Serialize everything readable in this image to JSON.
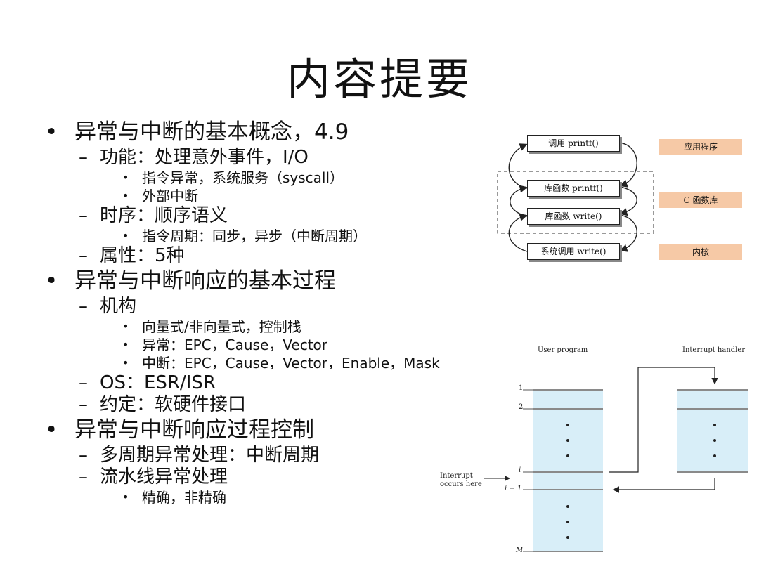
{
  "slide": {
    "title": "内容提要",
    "outline": [
      {
        "level": 1,
        "text": "异常与中断的基本概念，4.9"
      },
      {
        "level": 2,
        "text": "功能：处理意外事件，I/O"
      },
      {
        "level": 3,
        "text": "指令异常，系统服务（syscall）"
      },
      {
        "level": 3,
        "text": "外部中断"
      },
      {
        "level": 2,
        "text": "时序：顺序语义"
      },
      {
        "level": 3,
        "text": "指令周期：同步，异步（中断周期）"
      },
      {
        "level": 2,
        "text": "属性：5种"
      },
      {
        "level": 1,
        "text": "异常与中断响应的基本过程"
      },
      {
        "level": 2,
        "text": "机构"
      },
      {
        "level": 3,
        "text": "向量式/非向量式，控制栈"
      },
      {
        "level": 3,
        "text": "异常：EPC，Cause，Vector"
      },
      {
        "level": 3,
        "text": "中断：EPC，Cause，Vector，Enable，Mask"
      },
      {
        "level": 2,
        "text": "OS：ESR/ISR"
      },
      {
        "level": 2,
        "text": "约定：软硬件接口"
      },
      {
        "level": 1,
        "text": "异常与中断响应过程控制"
      },
      {
        "level": 2,
        "text": "多周期异常处理：中断周期"
      },
      {
        "level": 2,
        "text": "流水线异常处理"
      },
      {
        "level": 3,
        "text": "精确，非精确"
      }
    ]
  },
  "call_diagram": {
    "boxes": [
      "调用 printf()",
      "库函数 printf()",
      "库函数 write()",
      "系统调用 write()"
    ],
    "layers": [
      "应用程序",
      "C 函数库",
      "内核"
    ],
    "layer_color": "#f6c9a6"
  },
  "interrupt_diagram": {
    "user_program_label": "User program",
    "handler_label": "Interrupt handler",
    "rows": [
      "1",
      "2",
      "i",
      "i + 1",
      "M"
    ],
    "interrupt_note_line1": "Interrupt",
    "interrupt_note_line2": "occurs here",
    "fill_color": "#d8eef8",
    "line_color": "#8a8a8a"
  }
}
